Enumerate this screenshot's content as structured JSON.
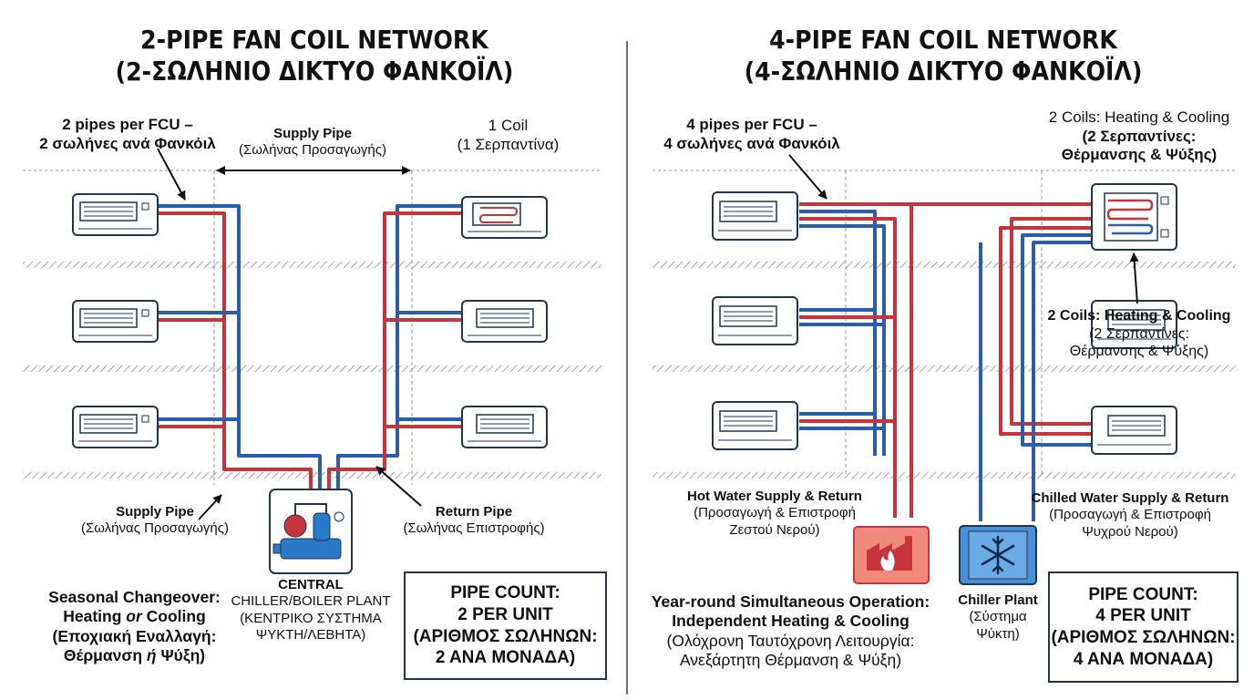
{
  "left": {
    "title_line1": "2-PIPE FAN COIL NETWORK",
    "title_line2": "(2-ΣΩΛΗΝΙΟ ΔΙΚΤΥΟ ΦΑΝΚΟΪΛ)",
    "pipes_per_fcu_en": "2 pipes per FCU –",
    "pipes_per_fcu_gr": "2 σωλήνες ανά Φανκόιλ",
    "supply_top_en": "Supply Pipe",
    "supply_top_gr": "(Σωλήνας Προσαγωγής)",
    "coil_en": "1 Coil",
    "coil_gr": "(1 Σερπαντίνα)",
    "supply_bottom_en": "Supply Pipe",
    "supply_bottom_gr": "(Σωλήνας Προσαγωγής)",
    "return_en": "Return Pipe",
    "return_gr": "(Σωλήνας Επιστροφής)",
    "plant_line1": "CENTRAL",
    "plant_line2": "CHILLER/BOILER PLANT",
    "plant_line3": "(ΚΕΝΤΡΙΚΟ ΣΥΣΤΗΜΑ",
    "plant_line4": "ΨΥΚΤΗ/ΛΕΒΗΤΑ)",
    "mode_line1": "Seasonal Changeover:",
    "mode_line2_pre": "Heating ",
    "mode_line2_or": "or",
    "mode_line2_post": " Cooling",
    "mode_line3": "(Εποχιακή Εναλλαγή:",
    "mode_line4_pre": "Θέρμανση ",
    "mode_line4_or": "ή",
    "mode_line4_post": " Ψύξη)",
    "count_line1": "PIPE COUNT:",
    "count_line2": "2 PER UNIT",
    "count_line3": "(ΑΡΙΘΜΟΣ ΣΩΛΗΝΩΝ:",
    "count_line4": "2 ΑΝΑ ΜΟΝΑΔΑ)"
  },
  "right": {
    "title_line1": "4-PIPE FAN COIL NETWORK",
    "title_line2": "(4-ΣΩΛΗΝΙΟ ΔΙΚΤΥΟ ΦΑΝΚΟΪΛ)",
    "pipes_per_fcu_en": "4 pipes per FCU –",
    "pipes_per_fcu_gr": "4 σωλήνες ανά Φανκόιλ",
    "coils_top_en": "2 Coils: Heating & Cooling",
    "coils_top_gr1": "(2 Σερπαντίνες:",
    "coils_top_gr2": "Θέρμανσης & Ψύξης)",
    "coils_mid_en": "2 Coils: Heating & Cooling",
    "coils_mid_gr1": "(2 Σερπαντίνες:",
    "coils_mid_gr2": "Θέρμανσης & Ψύξης)",
    "hot_en": "Hot Water Supply & Return",
    "hot_gr1": "(Προσαγωγή & Επιστροφή",
    "hot_gr2": "Ζεστού Νερού)",
    "chilled_en": "Chilled Water Supply & Return",
    "chilled_gr1": "(Προσαγωγή & Επιστροφή",
    "chilled_gr2": "Ψυχρού Νερού)",
    "chiller_en": "Chiller Plant",
    "chiller_gr1": "(Σύστημα",
    "chiller_gr2": "Ψύκτη)",
    "mode_line1": "Year-round Simultaneous Operation:",
    "mode_line2": "Independent Heating & Cooling",
    "mode_line3": "(Ολόχρονη Ταυτόχρονη Λειτουργία:",
    "mode_line4": "Ανεξάρτητη Θέρμανση & Ψύξη)",
    "count_line1": "PIPE COUNT:",
    "count_line2": "4 PER UNIT",
    "count_line3": "(ΑΡΙΘΜΟΣ ΣΩΛΗΝΩΝ:",
    "count_line4": "4 ΑΝΑ ΜΟΝΑΔΑ)"
  },
  "icons": {
    "fan_coil_unit": "fan-coil-unit-icon",
    "coil": "coil-icon",
    "plant": "pump-tank-icon",
    "boiler": "factory-flame-icon",
    "chiller": "snowflake-icon"
  },
  "colors": {
    "hot_pipe": "#c8343c",
    "cold_pipe": "#2a5ea8",
    "outline": "#1f3550",
    "boiler_bg": "#f08a7a",
    "chiller_bg": "#4a8fd6"
  }
}
